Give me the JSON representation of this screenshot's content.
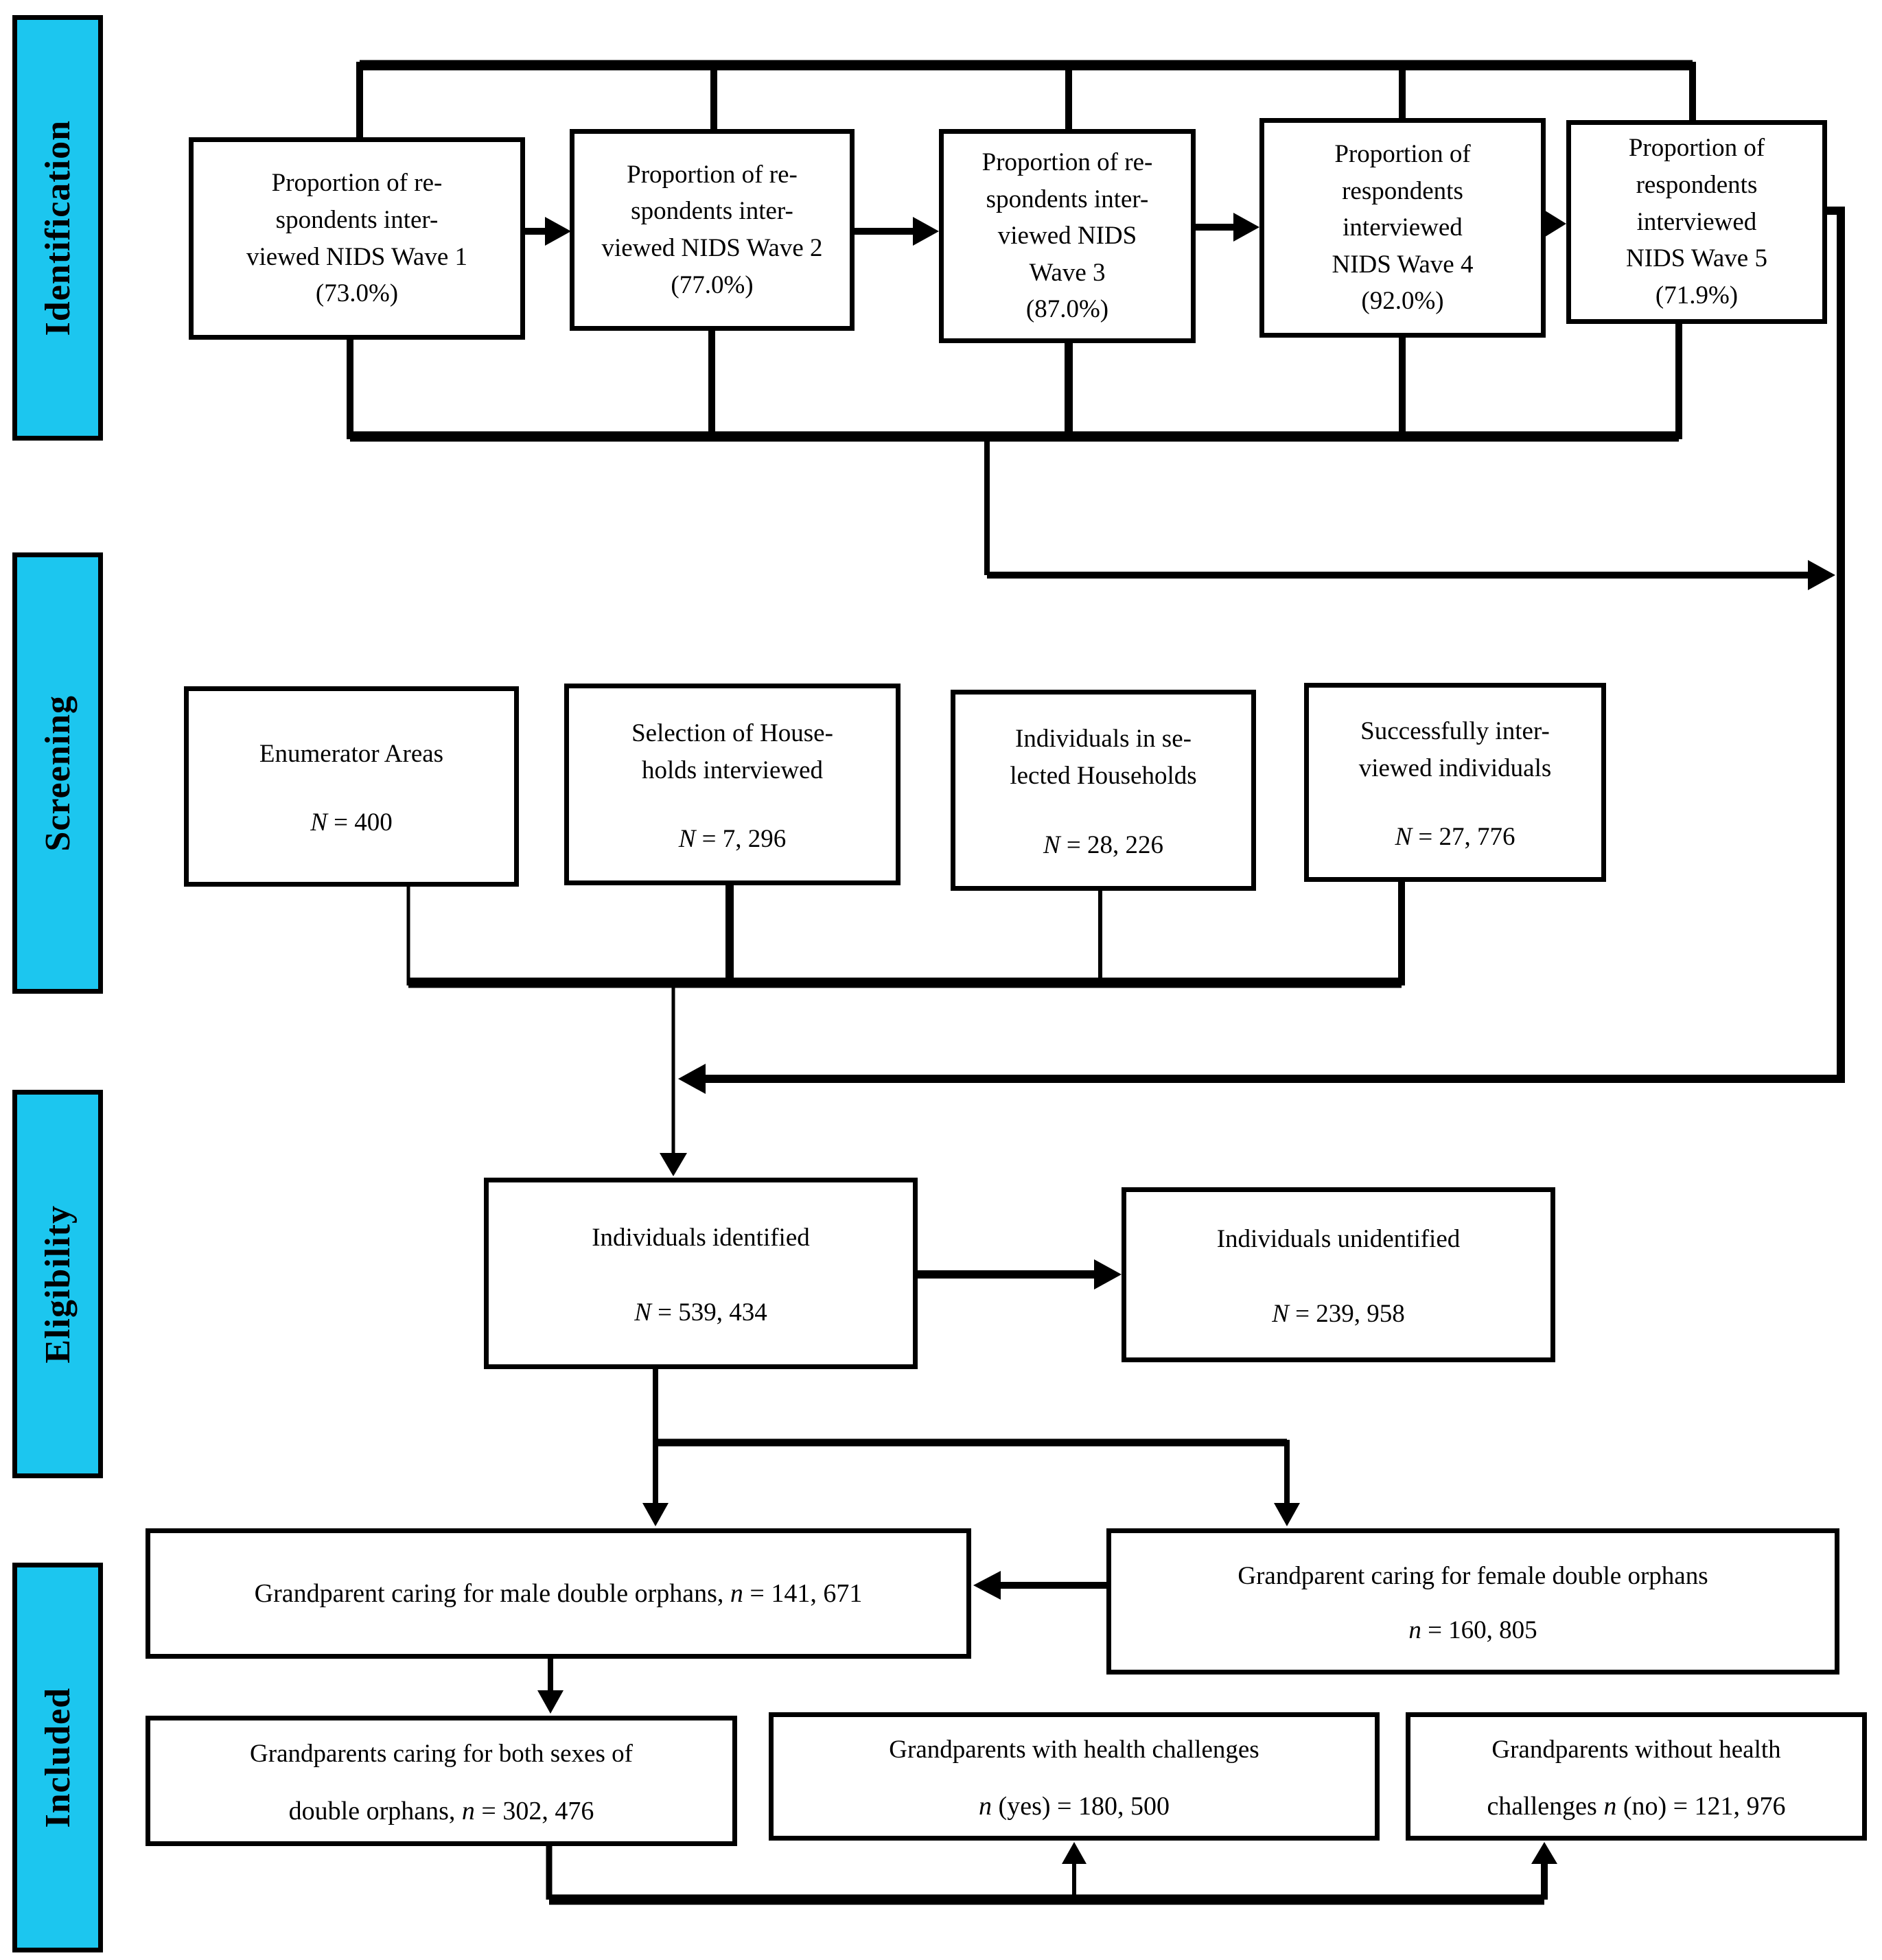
{
  "palette": {
    "stage_fill": "#1CC6EF",
    "line": "#000000",
    "box_fill": "#FFFFFF"
  },
  "stages": [
    {
      "label": "Identification"
    },
    {
      "label": "Screening"
    },
    {
      "label": "Eligibility"
    },
    {
      "label": "Included"
    }
  ],
  "identification": {
    "boxes": [
      {
        "text": [
          "Proportion of re-",
          "spondents inter-",
          "viewed NIDS Wave 1",
          "(73.0%)"
        ]
      },
      {
        "text": [
          "Proportion of re-",
          "spondents inter-",
          "viewed NIDS Wave 2",
          "(77.0%)"
        ]
      },
      {
        "text": [
          "Proportion of re-",
          "spondents inter-",
          "viewed NIDS",
          "Wave 3",
          "(87.0%)"
        ]
      },
      {
        "text": [
          "Proportion of",
          "respondents",
          "interviewed",
          "NIDS Wave 4",
          "(92.0%)"
        ]
      },
      {
        "text": [
          "Proportion of",
          "respondents",
          "interviewed",
          "NIDS Wave 5",
          "(71.9%)"
        ]
      }
    ]
  },
  "screening": {
    "boxes": [
      {
        "title": [
          "Enumerator Areas"
        ],
        "n_label": "N",
        "n_value": " = 400"
      },
      {
        "title": [
          "Selection of House-",
          "holds interviewed"
        ],
        "n_label": "N",
        "n_value": " = 7, 296"
      },
      {
        "title": [
          "Individuals in se-",
          "lected Households"
        ],
        "n_label": "N",
        "n_value": " = 28, 226"
      },
      {
        "title": [
          "Successfully inter-",
          "viewed individuals"
        ],
        "n_label": "N",
        "n_value": " = 27, 776"
      }
    ]
  },
  "eligibility": {
    "boxes": [
      {
        "title": "Individuals identified",
        "n_label": "N",
        "n_value": " = 539, 434"
      },
      {
        "title": "Individuals unidentified",
        "n_label": "N",
        "n_value": " = 239, 958"
      }
    ]
  },
  "included": {
    "row1": [
      {
        "prefix": "Grandparent caring for male double orphans, ",
        "n_label": "n",
        "n_value": " = 141, 671"
      },
      {
        "title": "Grandparent caring for female double orphans",
        "n_label": "n",
        "n_value": " = 160, 805"
      }
    ],
    "row2": [
      {
        "line1": "Grandparents caring for both sexes of",
        "line2_prefix": "double orphans, ",
        "n_label": "n",
        "n_value": " = 302, 476"
      },
      {
        "line1": "Grandparents with health challenges",
        "line2_prefix": "",
        "n_label": "n",
        "n_value": " (yes) = 180, 500"
      },
      {
        "line1": "Grandparents without health",
        "line2_prefix": "challenges ",
        "n_label": "n",
        "n_value": " (no) = 121, 976"
      }
    ]
  }
}
